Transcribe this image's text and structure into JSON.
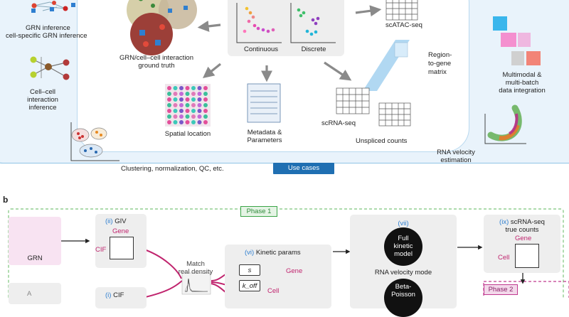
{
  "panel_a": {
    "grn_inference": "GRN inference",
    "cell_specific_grn": "cell-specific GRN inference",
    "grn_truth_line1": "GRN/cell–cell interaction",
    "grn_truth_line2": "ground truth",
    "continuous": "Continuous",
    "discrete": "Discrete",
    "scatac": "scATAC-seq",
    "region_line1": "Region-",
    "region_line2": "to-gene",
    "region_line3": "matrix",
    "multimodal_line1": "Multimodal &",
    "multimodal_line2": "multi-batch",
    "multimodal_line3": "data integration",
    "cellcell_line1": "Cell–cell",
    "cellcell_line2": "interaction",
    "cellcell_line3": "inference",
    "spatial": "Spatial location",
    "metadata_line1": "Metadata &",
    "metadata_line2": "Parameters",
    "scrna": "scRNA-seq",
    "unspliced": "Unspliced counts",
    "clustering": "Clustering, normalization, QC, etc.",
    "use_cases": "Use cases",
    "velocity_line1": "RNA velocity",
    "velocity_line2": "estimation"
  },
  "panel_b": {
    "label": "b",
    "phase1": "Phase 1",
    "phase2": "Phase 2",
    "grn": "GRN",
    "giv_num": "(ii)",
    "giv": "GIV",
    "giv_gene": "Gene",
    "giv_cif": "CIF",
    "cif_num": "(i)",
    "cif": "CIF",
    "match_line1": "Match",
    "match_line2": "real density",
    "kinetic_num": "(vi)",
    "kinetic": "Kinetic params",
    "param_s": "s",
    "param_koff": "k_off",
    "kinetic_gene": "Gene",
    "kinetic_cell": "Cell",
    "vii": "(vii)",
    "full_line1": "Full",
    "full_line2": "kinetic",
    "full_line3": "model",
    "velocity_mode": "RNA velocity mode",
    "beta_line1": "Beta-",
    "beta_line2": "Poisson",
    "ix_num": "(ix)",
    "ix_line1": "scRNA-seq",
    "ix_line2": "true counts",
    "ix_gene": "Gene",
    "ix_cell": "Cell",
    "partial_letter": "A"
  },
  "colors": {
    "panel_bg": "#e9f3fb",
    "panel_border": "#8fc4e6",
    "phase_border": "#7cc47a",
    "phase_label": "#3aa447",
    "phase2": "#c0398f",
    "magenta": "#c0246e",
    "button": "#1f6fb2"
  }
}
